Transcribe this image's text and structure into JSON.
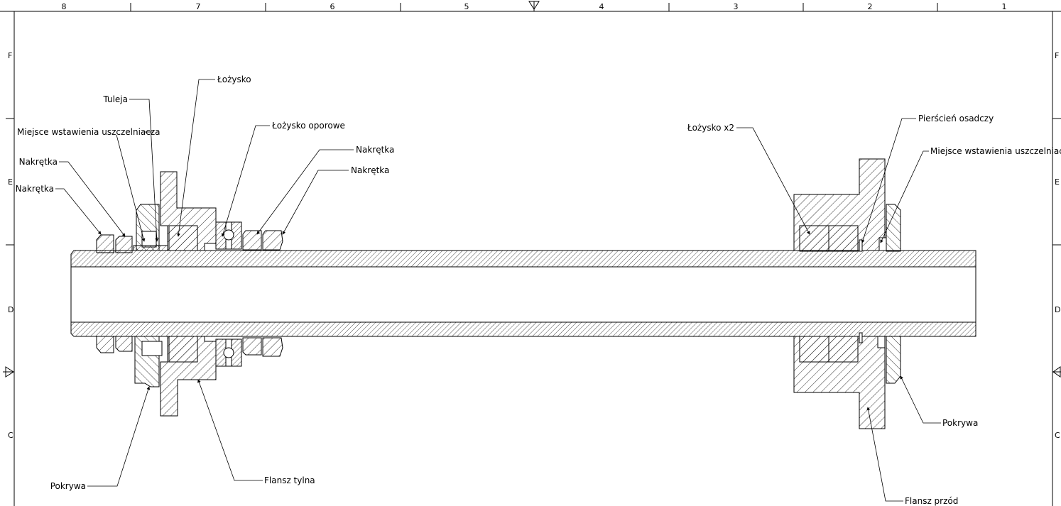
{
  "sheet": {
    "columns": [
      "8",
      "7",
      "6",
      "5",
      "4",
      "3",
      "2",
      "1"
    ],
    "rows": [
      "F",
      "E",
      "D",
      "C"
    ]
  },
  "labels": {
    "lozysko_top": "Łożysko",
    "tuleja": "Tuleja",
    "miejsce_left": "Miejsce wstawienia uszczelniacza",
    "lozysko_oporowe": "Łożysko oporowe",
    "nakretka_1": "Nakrętka",
    "nakretka_2": "Nakrętka",
    "nakretka_3": "Nakrętka",
    "nakretka_4": "Nakrętka",
    "lozysko_x2": "Łożysko x2",
    "pierscien": "Pierścień osadczy",
    "miejsce_right": "Miejsce wstawienia uszczelniacza",
    "pokrywa_left": "Pokrywa",
    "flansz_tylna": "Flansz tylna",
    "pokrywa_right": "Pokrywa",
    "flansz_przod": "Flansz przód"
  }
}
